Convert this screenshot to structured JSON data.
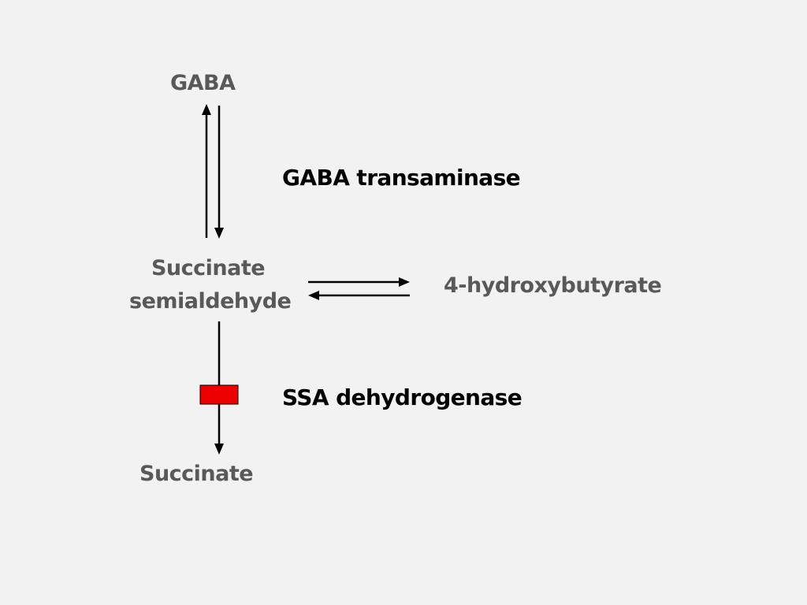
{
  "metabolites": {
    "gaba": "GABA",
    "ssa_line1": "Succinate",
    "ssa_line2": "semialdehyde",
    "hydroxybutyrate": "4-hydroxybutyrate",
    "succinate": "Succinate"
  },
  "enzymes": {
    "transaminase": "GABA transaminase",
    "ssadh": "SSA dehydrogenase"
  },
  "colors": {
    "metabolite_text": "#595959",
    "enzyme_text": "#000000",
    "arrow": "#000000",
    "block": "#ee0000"
  }
}
